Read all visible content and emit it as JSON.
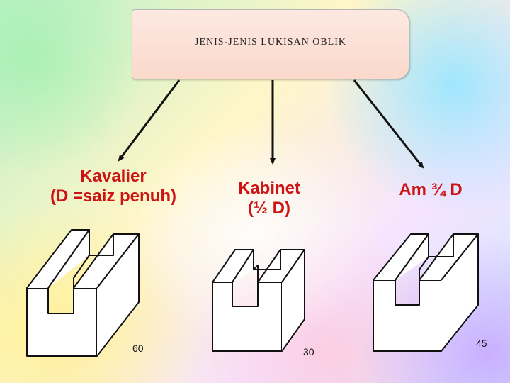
{
  "title": "JENIS-JENIS LUKISAN OBLIK",
  "types": [
    {
      "label_line1": "Kavalier",
      "label_line2": "(D =saiz penuh)",
      "angle": "60"
    },
    {
      "label_line1": "Kabinet",
      "label_line2": "(½ D)",
      "angle": "30"
    },
    {
      "label_line1": "Am ¾ D",
      "label_line2": "",
      "angle": "45"
    }
  ],
  "colors": {
    "label": "#cc1414",
    "title_box": "#fbd9cc",
    "line": "#111111"
  }
}
